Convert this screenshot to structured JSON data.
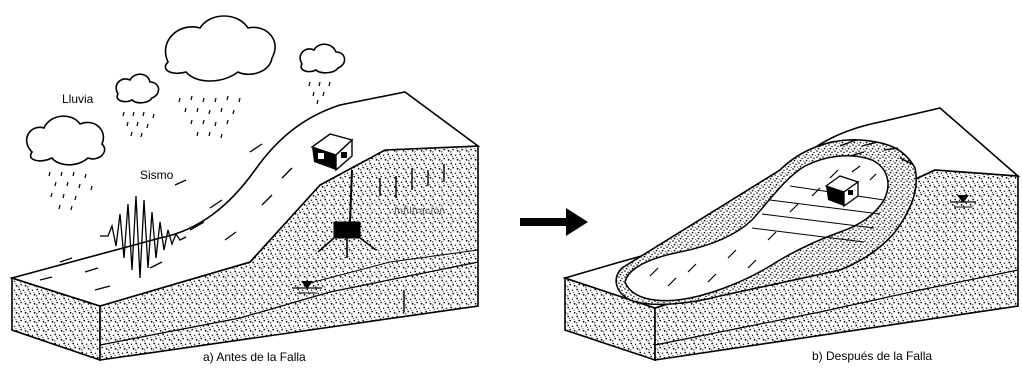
{
  "labels": {
    "rain": "Lluvia",
    "earthquake": "Sismo",
    "infiltration": "Infiltración",
    "caption_before": "a) Antes de la Falla",
    "caption_after": "b) Después de la Falla"
  },
  "colors": {
    "ink": "#000000",
    "background": "#ffffff"
  },
  "icons": {
    "transition_arrow": "arrow-right",
    "water_table": "inverted-triangle"
  }
}
